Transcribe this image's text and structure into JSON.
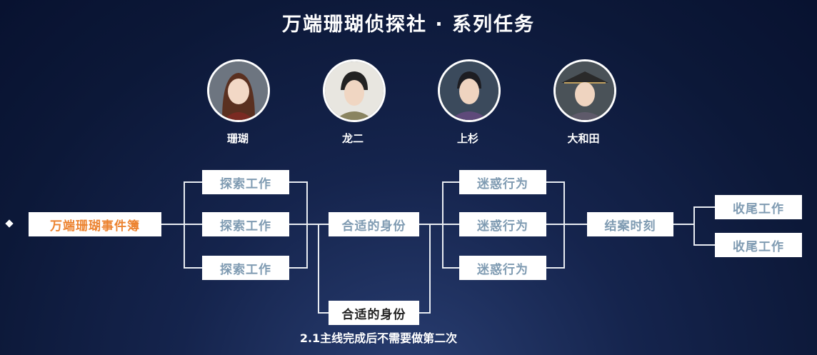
{
  "title": "万端珊瑚侦探社 · 系列任务",
  "characters": [
    {
      "name": "珊瑚"
    },
    {
      "name": "龙二"
    },
    {
      "name": "上杉"
    },
    {
      "name": "大和田"
    }
  ],
  "flow": {
    "start": "万端珊瑚事件簿",
    "explore": [
      "探索工作",
      "探索工作",
      "探索工作"
    ],
    "identity": [
      "合适的身份",
      "合适的身份"
    ],
    "confuse": [
      "迷惑行为",
      "迷惑行为",
      "迷惑行为"
    ],
    "close": "结案时刻",
    "finish": [
      "收尾工作",
      "收尾工作"
    ]
  },
  "note": "2.1主线完成后不需要做第二次",
  "colors": {
    "start_text": "#ec8330",
    "box_text": "#7f9bb2"
  }
}
